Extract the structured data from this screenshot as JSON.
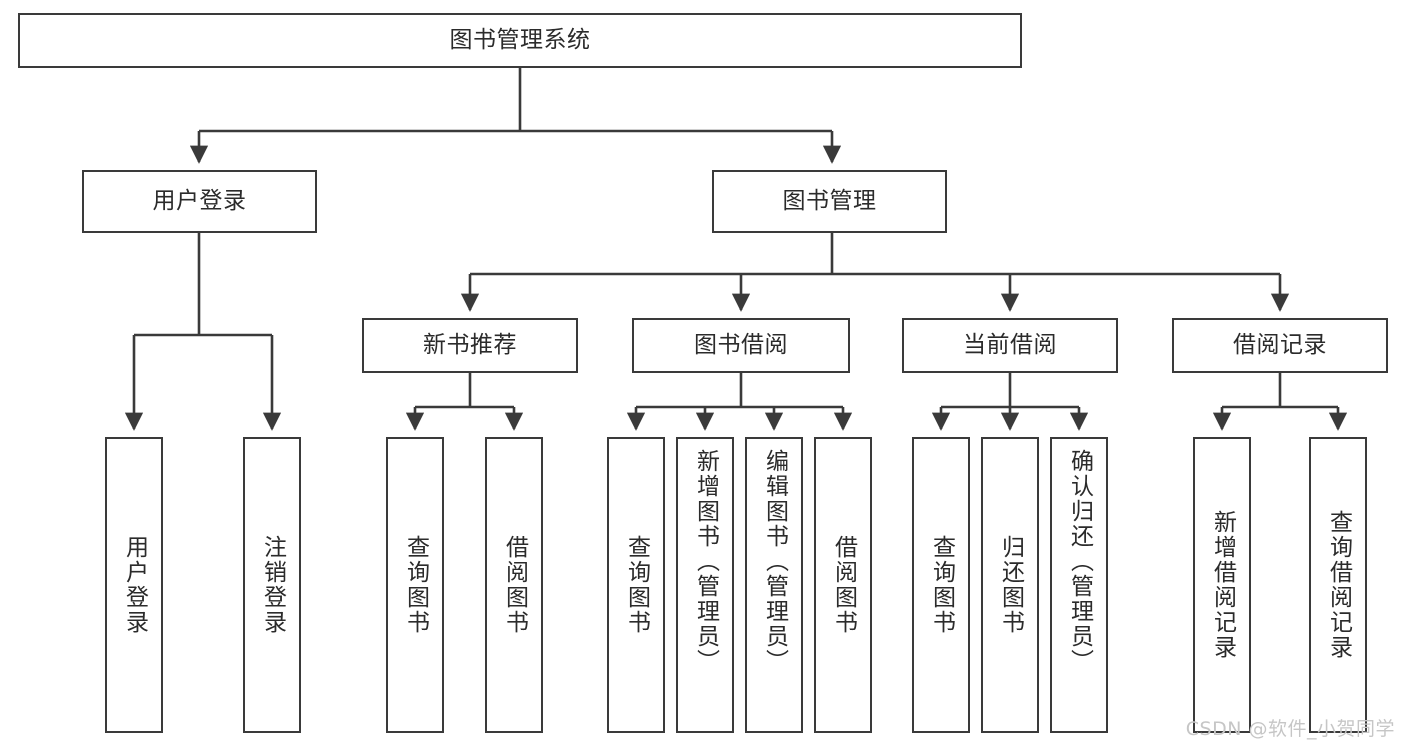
{
  "diagram": {
    "title": "图书管理系统",
    "watermark": "CSDN @软件_小贺同学",
    "colors": {
      "box_border": "#3a3a3a",
      "connector": "#3a3a3a",
      "text": "#2b2b2b",
      "background": "#ffffff",
      "watermark": "#c6c6c6"
    },
    "root": {
      "label": "图书管理系统"
    },
    "level2": [
      {
        "label": "用户登录"
      },
      {
        "label": "图书管理"
      }
    ],
    "level3": [
      {
        "label": "新书推荐"
      },
      {
        "label": "图书借阅"
      },
      {
        "label": "当前借阅"
      },
      {
        "label": "借阅记录"
      }
    ],
    "leaves": {
      "user_login": [
        {
          "label": "用户登录"
        },
        {
          "label": "注销登录"
        }
      ],
      "new_book_recommend": [
        {
          "label": "查询图书"
        },
        {
          "label": "借阅图书"
        }
      ],
      "book_borrow": [
        {
          "label": "查询图书"
        },
        {
          "label": "新增图书（管理员）"
        },
        {
          "label": "编辑图书（管理员）"
        },
        {
          "label": "借阅图书"
        }
      ],
      "current_borrow": [
        {
          "label": "查询图书"
        },
        {
          "label": "归还图书"
        },
        {
          "label": "确认归还（管理员）"
        }
      ],
      "borrow_record": [
        {
          "label": "新增借阅记录"
        },
        {
          "label": "查询借阅记录"
        }
      ]
    }
  }
}
